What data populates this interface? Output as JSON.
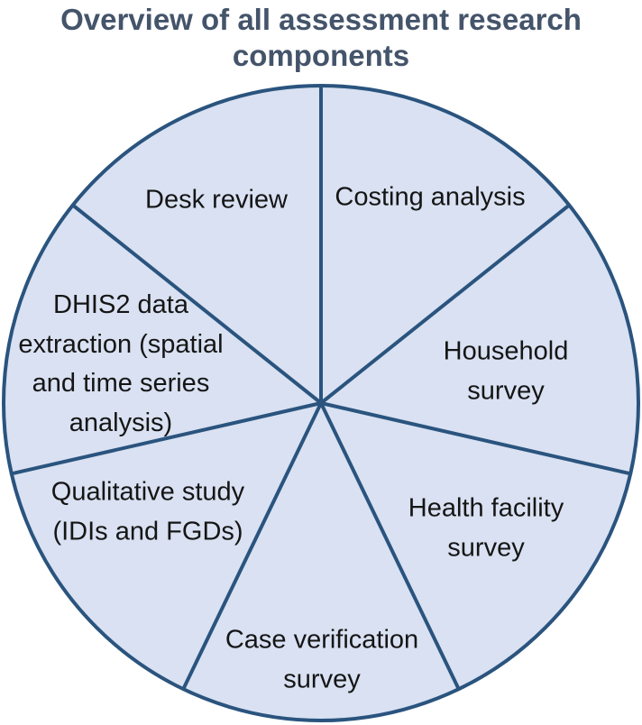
{
  "chart_data": {
    "type": "pie",
    "title": "Overview of all assessment research components",
    "subtitle": "",
    "legend": "none",
    "start_angle_deg": 0,
    "direction": "clockwise",
    "segments": [
      {
        "label": "Costing analysis",
        "value": 14.29
      },
      {
        "label": "Household survey",
        "value": 14.29
      },
      {
        "label": "Health facility survey",
        "value": 14.29
      },
      {
        "label": "Case verification survey",
        "value": 14.29
      },
      {
        "label": "Qualitative study (IDIs and FGDs)",
        "value": 14.29
      },
      {
        "label": "DHIS2 data extraction (spatial and time series analysis)",
        "value": 14.29
      },
      {
        "label": "Desk review",
        "value": 14.29
      }
    ],
    "colors": {
      "slice_fill": "#d9e1f2",
      "stroke": "#2a547e",
      "title_text": "#44546a",
      "label_text": "#151515"
    },
    "geometry_note": "single circle of 7 equal wedges, no values shown, labels inside slices"
  }
}
